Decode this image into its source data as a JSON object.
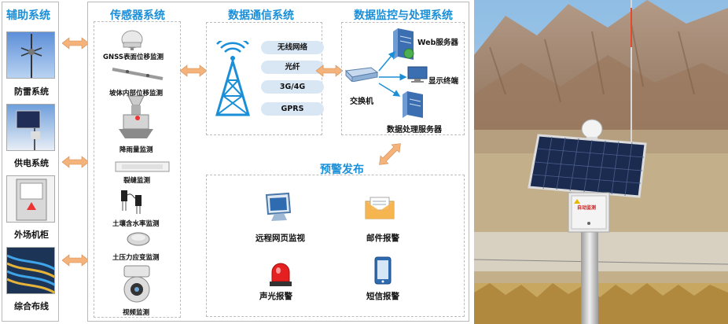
{
  "aux": {
    "title": "辅助系统",
    "items": [
      {
        "label": "防雷系统",
        "icon": "lightning-rod-icon"
      },
      {
        "label": "供电系统",
        "icon": "solar-panel-icon"
      },
      {
        "label": "外场机柜",
        "icon": "cabinet-icon"
      },
      {
        "label": "综合布线",
        "icon": "cabling-icon"
      }
    ]
  },
  "sensors": {
    "title": "传感器系统",
    "items": [
      {
        "label": "GNSS表面位移监测",
        "icon": "gnss-antenna-icon"
      },
      {
        "label": "坡体内部位移监测",
        "icon": "inclinometer-icon"
      },
      {
        "label": "降雨量监测",
        "icon": "rain-gauge-icon"
      },
      {
        "label": "裂缝监测",
        "icon": "crack-meter-icon"
      },
      {
        "label": "土壤含水率监测",
        "icon": "soil-moisture-icon"
      },
      {
        "label": "土压力应变监测",
        "icon": "pressure-cell-icon"
      },
      {
        "label": "视频监测",
        "icon": "camera-icon"
      }
    ]
  },
  "comm": {
    "title": "数据通信系统",
    "channels": [
      "无线网络",
      "光纤",
      "3G/4G",
      "GPRS"
    ]
  },
  "monitor": {
    "title": "数据监控与处理系统",
    "web_server": "Web服务器",
    "display": "显示终端",
    "switch": "交换机",
    "data_server": "数据处理服务器"
  },
  "alert": {
    "title": "预警发布",
    "items": [
      {
        "label": "远程网页监视",
        "icon": "monitor-icon"
      },
      {
        "label": "邮件报警",
        "icon": "mail-icon"
      },
      {
        "label": "声光报警",
        "icon": "alarm-light-icon"
      },
      {
        "label": "短信报警",
        "icon": "phone-icon"
      }
    ]
  },
  "photo": {
    "box_label": "自动监测",
    "colors": {
      "sky": "#9ec6e6",
      "mountain": "#a5836a",
      "panel": "#1b2a4f"
    }
  },
  "colors": {
    "accent": "#1a8fd8",
    "arrow": "#f3b37a",
    "pill": "#d9e7f5"
  }
}
